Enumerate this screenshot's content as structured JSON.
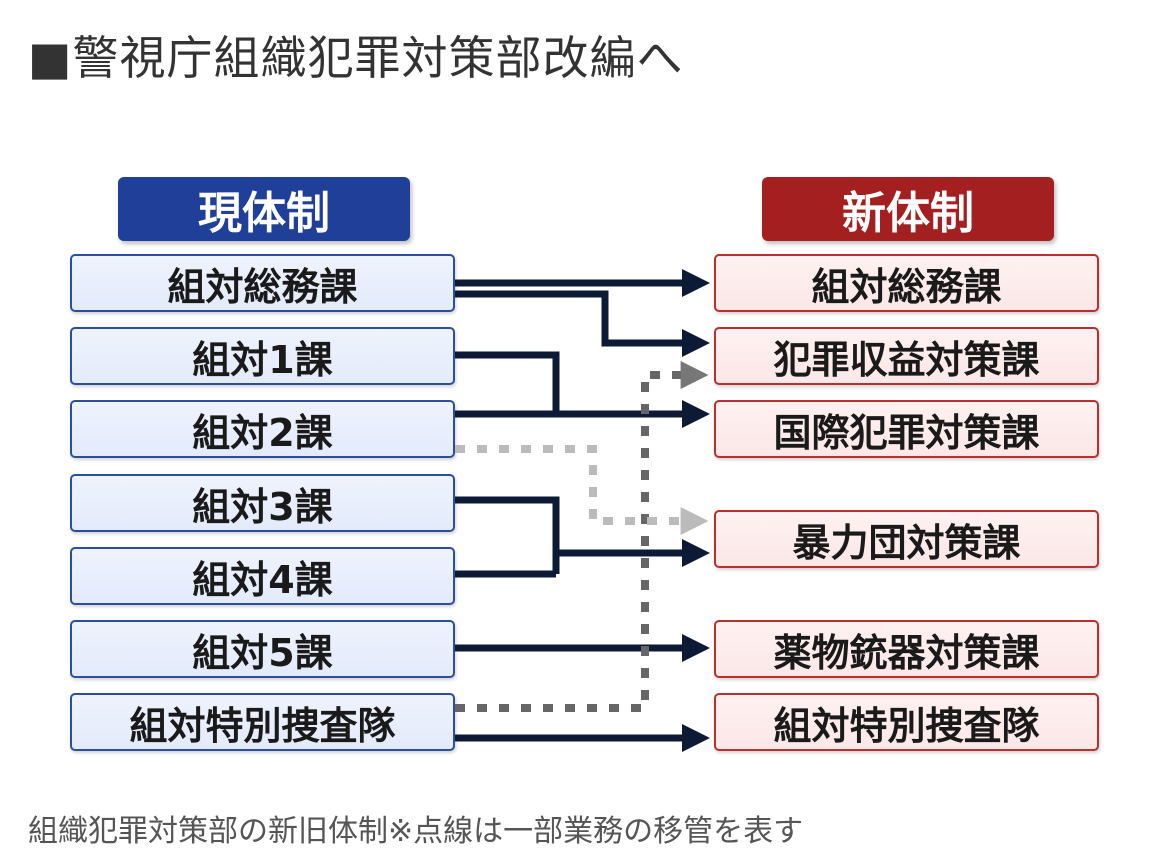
{
  "title": "■警視庁組織犯罪対策部改編へ",
  "headers": {
    "current": "現体制",
    "new": "新体制"
  },
  "current_units": [
    "組対総務課",
    "組対1課",
    "組対2課",
    "組対3課",
    "組対4課",
    "組対5課",
    "組対特別捜査隊"
  ],
  "new_units": [
    "組対総務課",
    "犯罪収益対策課",
    "国際犯罪対策課",
    "暴力団対策課",
    "薬物銃器対策課",
    "組対特別捜査隊"
  ],
  "caption": "組織犯罪対策部の新旧体制※点線は一部業務の移管を表す",
  "colors": {
    "current_header": "#1f3f99",
    "new_header": "#a42020",
    "solid_arrow": "#0d1a36",
    "dotted_dark": "#666666",
    "dotted_light": "#bbbbbb"
  }
}
